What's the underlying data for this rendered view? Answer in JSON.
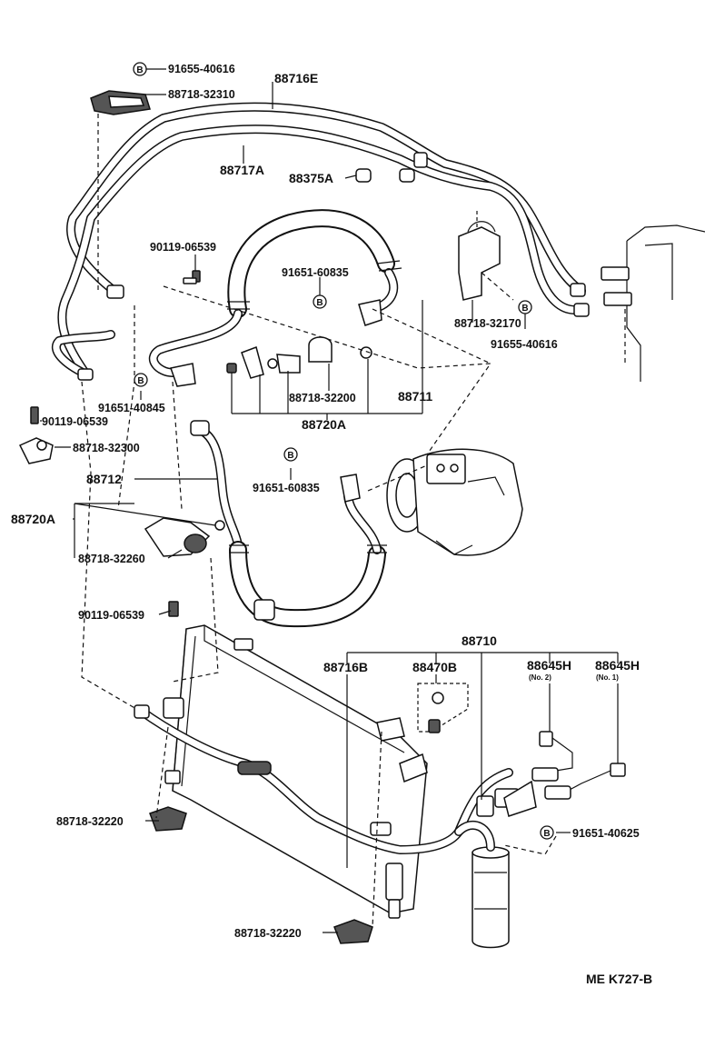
{
  "diagram": {
    "marker": "B",
    "labels": {
      "p91655_40616_top": "91655-40616",
      "p88716E": "88716E",
      "p88718_32310": "88718-32310",
      "p88717A": "88717A",
      "p88375A": "88375A",
      "p90119_06539_a": "90119-06539",
      "p91651_60835_a": "91651-60835",
      "p88718_32170": "88718-32170",
      "p91655_40616_right": "91655-40616",
      "p91651_40845": "91651-40845",
      "p88718_32200": "88718-32200",
      "p88711": "88711",
      "p88720A_a": "88720A",
      "p90119_06539_b": "90119-06539",
      "p88718_32300": "88718-32300",
      "p88712": "88712",
      "p91651_60835_b": "91651-60835",
      "p88720A_b": "88720A",
      "p88718_32260": "88718-32260",
      "p90119_06539_c": "90119-06539",
      "p88710": "88710",
      "p88716B": "88716B",
      "p88470B": "88470B",
      "p88645H_1": "88645H",
      "p88645H_2": "88645H",
      "no2": "(No. 2)",
      "no1": "(No. 1)",
      "p88718_32220_a": "88718-32220",
      "p91651_40625": "91651-40625",
      "p88718_32220_b": "88718-32220",
      "code": "ME K727-B"
    }
  }
}
